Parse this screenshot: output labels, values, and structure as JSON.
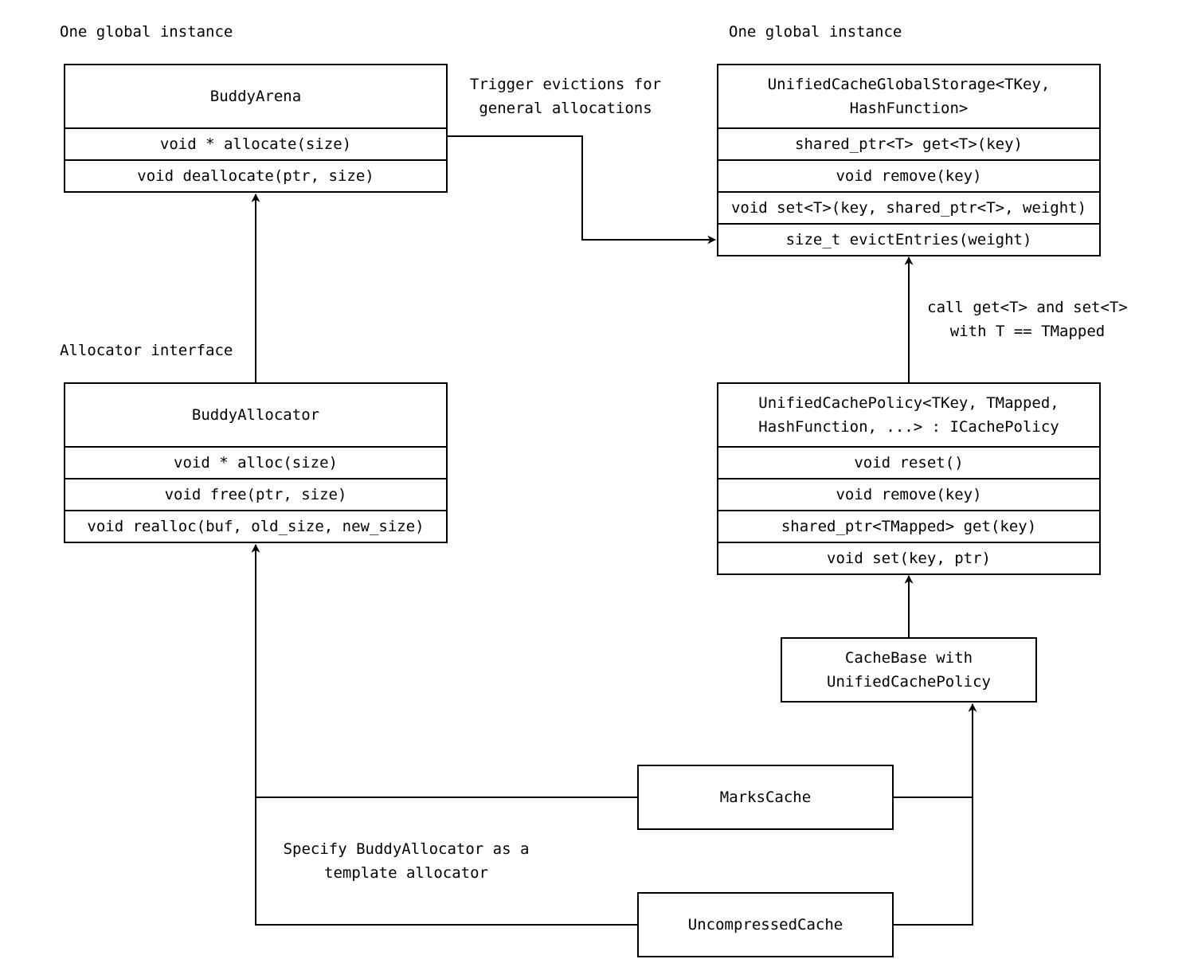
{
  "notes": {
    "arena_note": "One global instance",
    "storage_note": "One global instance",
    "allocator_note": "Allocator interface",
    "eviction_note": "Trigger evictions for\ngeneral allocations",
    "get_set_note": "call get<T> and set<T>\nwith T == TMapped",
    "template_note": "Specify BuddyAllocator as a\ntemplate allocator"
  },
  "buddy_arena": {
    "title": "BuddyArena",
    "methods": [
      "void * allocate(size)",
      "void deallocate(ptr, size)"
    ]
  },
  "global_storage": {
    "title": "UnifiedCacheGlobalStorage<TKey,\nHashFunction>",
    "methods": [
      "shared_ptr<T> get<T>(key)",
      "void remove(key)",
      "void set<T>(key, shared_ptr<T>, weight)",
      "size_t evictEntries(weight)"
    ]
  },
  "buddy_allocator": {
    "title": "BuddyAllocator",
    "methods": [
      "void * alloc(size)",
      "void free(ptr, size)",
      "void realloc(buf, old_size, new_size)"
    ]
  },
  "cache_policy": {
    "title": "UnifiedCachePolicy<TKey, TMapped,\nHashFunction, ...> : ICachePolicy",
    "methods": [
      "void reset()",
      "void remove(key)",
      "shared_ptr<TMapped> get(key)",
      "void set(key, ptr)"
    ]
  },
  "cache_base": {
    "title": "CacheBase with\nUnifiedCachePolicy"
  },
  "marks_cache": {
    "title": "MarksCache"
  },
  "uncompressed_cache": {
    "title": "UncompressedCache"
  }
}
